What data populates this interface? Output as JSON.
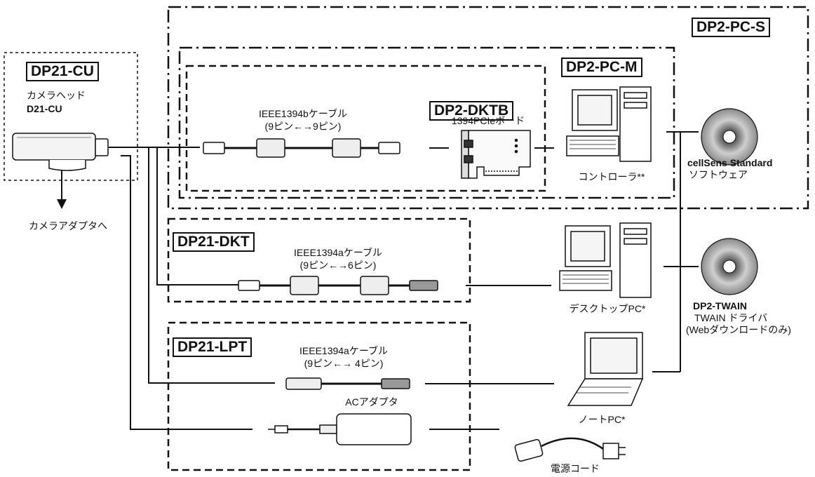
{
  "kits": {
    "dp2_pc_s": "DP2-PC-S",
    "dp2_pc_m": "DP2-PC-M",
    "dp2_dktb": "DP2-DKTB",
    "dp21_cu": "DP21-CU",
    "dp21_dkt": "DP21-DKT",
    "dp21_lpt": "DP21-LPT"
  },
  "camera": {
    "head_label": "カメラヘッド",
    "model": "D21-CU",
    "adapter_label": "カメラアダプタへ"
  },
  "cables": {
    "ieee1394b_title": "IEEE1394bケーブル",
    "ieee1394b_pins": "(9ピン←→9ピン)",
    "ieee1394a_6_title": "IEEE1394aケーブル",
    "ieee1394a_6_pins": "(9ピン←→6ピン)",
    "ieee1394a_4_title": "IEEE1394aケーブル",
    "ieee1394a_4_pins": "(9ピン←→ 4ピン)"
  },
  "board": {
    "label": "1394PCIeボード"
  },
  "devices": {
    "controller": "コントローラ**",
    "desktop": "デスクトップPC*",
    "notebook": "ノートPC*",
    "ac_adapter": "ACアダプタ",
    "power_cord": "電源コード"
  },
  "software": {
    "cellsens_name": "cellSens Standard",
    "cellsens_type": "ソフトウェア",
    "twain_name": "DP2-TWAIN",
    "twain_type": "TWAIN ドライバ",
    "twain_note": "(Webダウンロードのみ)"
  }
}
